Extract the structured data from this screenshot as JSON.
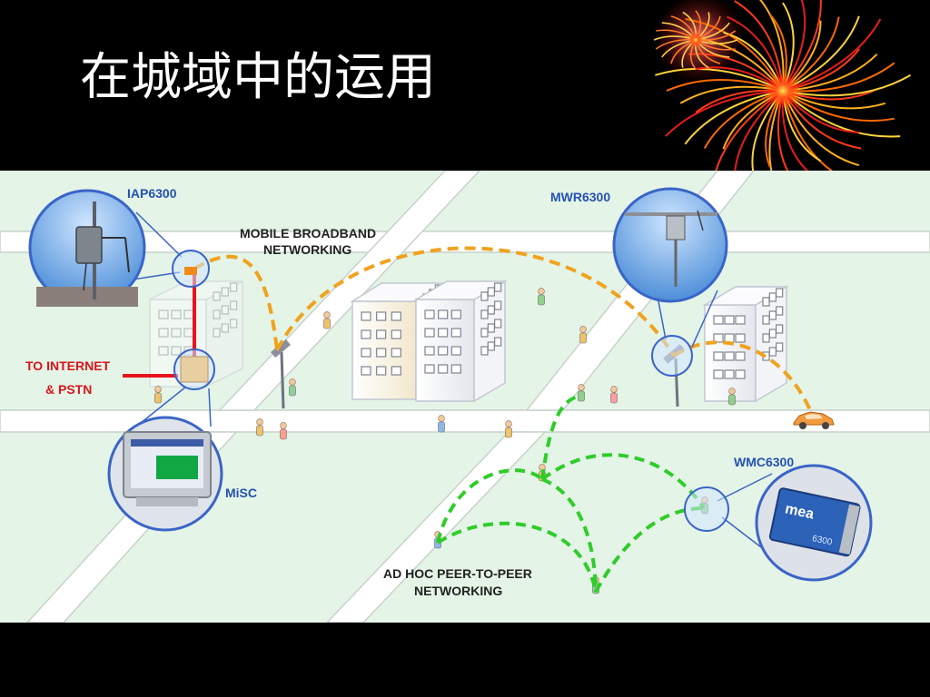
{
  "slide": {
    "title": "在城域中的运用"
  },
  "diagram": {
    "labels": {
      "iap": "IAP6300",
      "mobile_1": "MOBILE BROADBAND",
      "mobile_2": "NETWORKING",
      "mwr": "MWR6300",
      "internet_1": "TO INTERNET",
      "internet_2": "& PSTN",
      "misc": "MiSC",
      "wmc": "WMC6300",
      "adhoc_1": "AD HOC PEER-TO-PEER",
      "adhoc_2": "NETWORKING",
      "card_brand": "mea",
      "card_model": "6300"
    },
    "colors": {
      "ground": "#e4f4e6",
      "road": "#ffffff",
      "mobile_link": "#f0a21e",
      "adhoc_link": "#2fcc2a",
      "wired_link": "#e8141c",
      "callout_ring": "#3a64c8",
      "label_blue": "#2452b4",
      "label_red": "#d8141c",
      "label_dark": "#222222"
    }
  }
}
